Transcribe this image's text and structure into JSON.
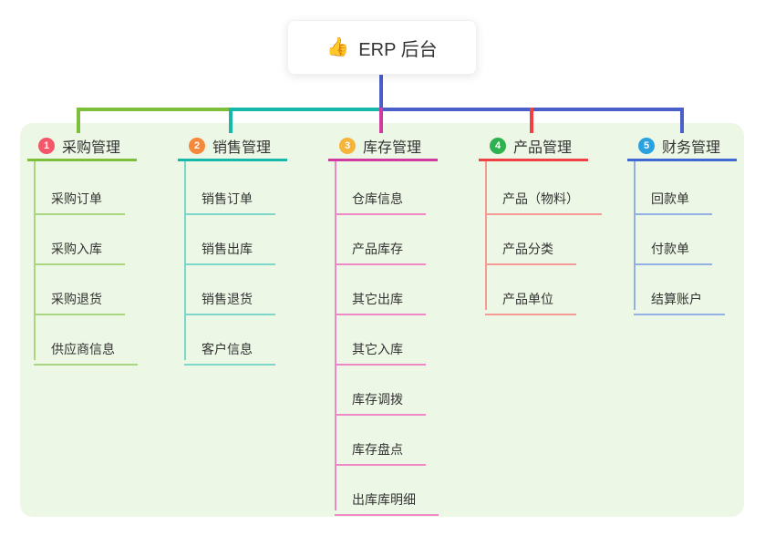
{
  "root": {
    "icon": "thumbs-up-icon",
    "icon_char": "👍",
    "title": "ERP 后台"
  },
  "branches": [
    {
      "num": "1",
      "label": "采购管理",
      "badge_color": "#f4566a",
      "line_color": "#7dbf3a",
      "child_line_color": "#abd57e",
      "children": [
        "采购订单",
        "采购入库",
        "采购退货",
        "供应商信息"
      ]
    },
    {
      "num": "2",
      "label": "销售管理",
      "badge_color": "#f6883c",
      "line_color": "#17b8aa",
      "child_line_color": "#7cd6ca",
      "children": [
        "销售订单",
        "销售出库",
        "销售退货",
        "客户信息"
      ]
    },
    {
      "num": "3",
      "label": "库存管理",
      "badge_color": "#f5b53a",
      "line_color": "#d13a9e",
      "child_line_color": "#ef89c6",
      "children": [
        "仓库信息",
        "产品库存",
        "其它出库",
        "其它入库",
        "库存调拨",
        "库存盘点",
        "出库库明细"
      ]
    },
    {
      "num": "4",
      "label": "产品管理",
      "badge_color": "#2eb14f",
      "line_color": "#ef4144",
      "child_line_color": "#f59a94",
      "children": [
        "产品（物料）",
        "产品分类",
        "产品单位"
      ]
    },
    {
      "num": "5",
      "label": "财务管理",
      "badge_color": "#2aa2e0",
      "line_color": "#3f68d5",
      "child_line_color": "#94afe3",
      "children": [
        "回款单",
        "付款单",
        "结算账户"
      ]
    }
  ],
  "colors": {
    "canvas_bg": "#ffffff",
    "panel_bg": "#edf7e6",
    "root_stem": "#4a5fc8",
    "text": "#333333"
  }
}
